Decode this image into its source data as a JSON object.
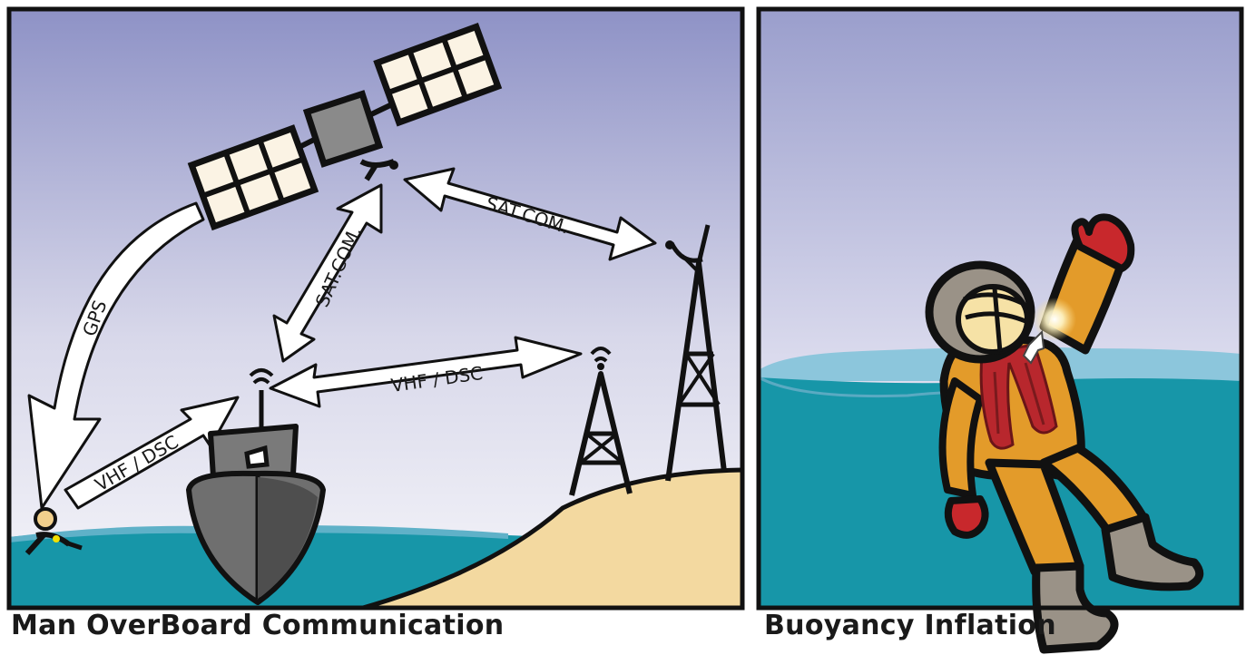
{
  "left_panel": {
    "caption": "Man OverBoard Communication",
    "labels": {
      "gps": "GPS",
      "sat_com_satellite_to_ship": "SAT.COM.",
      "sat_com_satellite_to_station": "SAT.COM.",
      "vhf_dsc_ship_to_tower": "VHF / DSC",
      "vhf_dsc_person_to_ship": "VHF / DSC"
    }
  },
  "right_panel": {
    "caption": "Buoyancy Inflation"
  },
  "colors": {
    "sky_top": "#8e92c6",
    "sky_bottom": "#f4f4f8",
    "sea": "#1796a8",
    "sea_light": "#8cc6dc",
    "sand": "#f3d9a0",
    "ship": "#6f6f6f",
    "survival_suit": "#e39b2a",
    "life_jacket": "#b8272d",
    "glove": "#c8282c",
    "boot": "#9a9287"
  }
}
